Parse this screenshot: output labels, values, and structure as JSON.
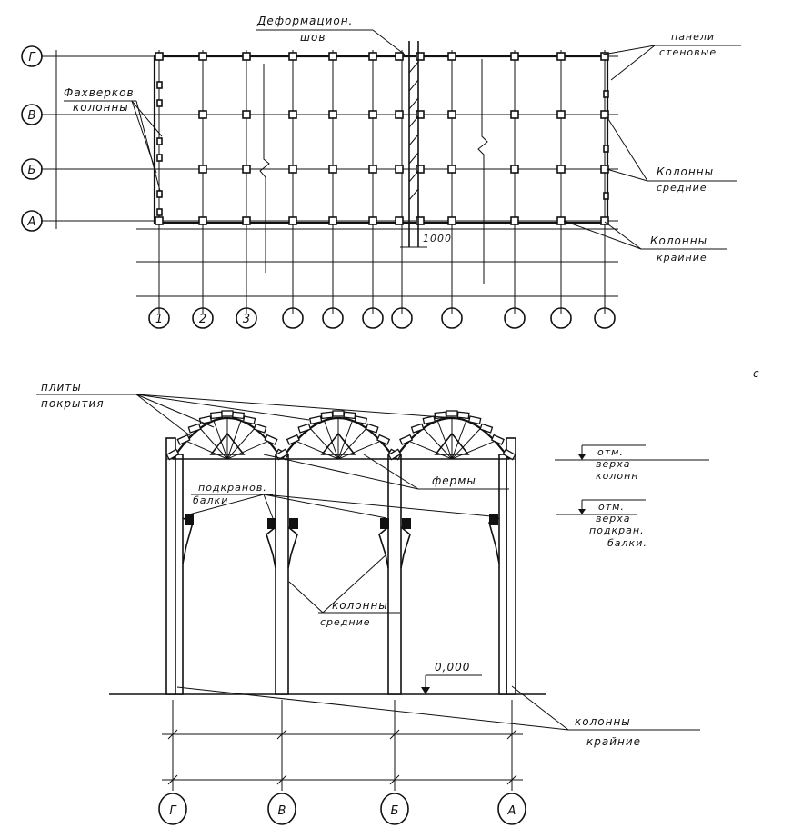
{
  "plan": {
    "label_joint_1": "Деформацион.",
    "label_joint_2": "шов",
    "label_wall_panels_1": "панели",
    "label_wall_panels_2": "стеновые",
    "label_frame_cols_1": "Фахверков",
    "label_frame_cols_2": "колонны",
    "label_mid_cols_1": "Колонны",
    "label_mid_cols_2": "средние",
    "label_edge_cols_1": "Колонны",
    "label_edge_cols_2": "крайние",
    "dimension_1000": "1000",
    "row_axes": [
      "Г",
      "В",
      "Б",
      "А"
    ],
    "col_axes": [
      "1",
      "2",
      "3",
      "",
      "",
      "",
      "",
      "",
      "",
      "",
      ""
    ]
  },
  "section": {
    "label_slabs_1": "плиты",
    "label_slabs_2": "покрытия",
    "label_trusses": "фермы",
    "label_crane_beams_1": "подкранов.",
    "label_crane_beams_2": "балки",
    "label_mid_cols_1": "колонны",
    "label_mid_cols_2": "средние",
    "label_edge_cols_1": "колонны",
    "label_edge_cols_2": "крайние",
    "mark_zero": "0,000",
    "mark_top_col_1": "отм.",
    "mark_top_col_2": "верха",
    "mark_top_col_3": "колонн",
    "mark_top_crane_1": "отм.",
    "mark_top_crane_2": "верха",
    "mark_top_crane_3": "подкран.",
    "mark_top_crane_4": "балки.",
    "stray_mark": "с",
    "row_axes": [
      "Г",
      "В",
      "Б",
      "А"
    ]
  }
}
